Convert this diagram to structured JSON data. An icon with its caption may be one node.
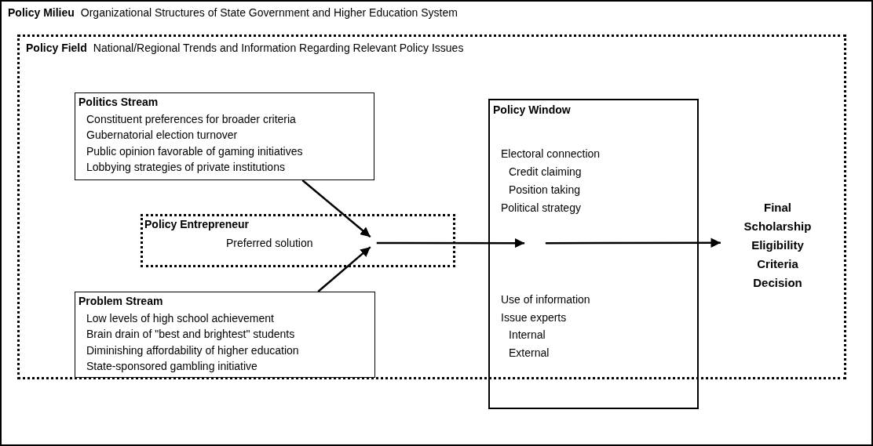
{
  "diagram": {
    "nodes": [
      {
        "text": [
          "Policy Milieu",
          "Organizational Structures of State Government and Higher Education System"
        ]
      },
      {
        "text": [
          "Policy Field",
          "National/Regional Trends and Information Regarding Relevant Policy Issues"
        ],
        "in": 0
      },
      {
        "text": [
          "Politics Stream",
          "Constituent preferences for broader criteria",
          "Gubernatorial election turnover",
          "Public opinion favorable of gaming initiatives",
          "Lobbying strategies of private institutions"
        ],
        "in": 1
      },
      {
        "text": [
          "Policy Entrepreneur",
          "Preferred solution"
        ],
        "in": 1
      },
      {
        "text": [
          "Problem Stream",
          "Low levels of high school achievement",
          "Brain drain of \"best and brightest\" students",
          "Diminishing affordability of higher education",
          "State-sponsored gambling initiative"
        ],
        "in": 1
      },
      {
        "text": [
          "Policy Window",
          "Electoral connection",
          "Credit claiming",
          "Position taking",
          "Political strategy",
          "Use of information",
          "Issue experts",
          "Internal",
          "External"
        ],
        "in": 1
      },
      {
        "text": [
          "Final Scholarship Eligibility Criteria Decision"
        ],
        "in": 1
      }
    ],
    "edges": [
      {
        "from": 2,
        "to": 3,
        "arrow": "to"
      },
      {
        "from": 4,
        "to": 3,
        "arrow": "to"
      },
      {
        "from": 3,
        "to": 5,
        "arrow": "to"
      },
      {
        "from": 5,
        "to": 6,
        "arrow": "to"
      }
    ]
  }
}
